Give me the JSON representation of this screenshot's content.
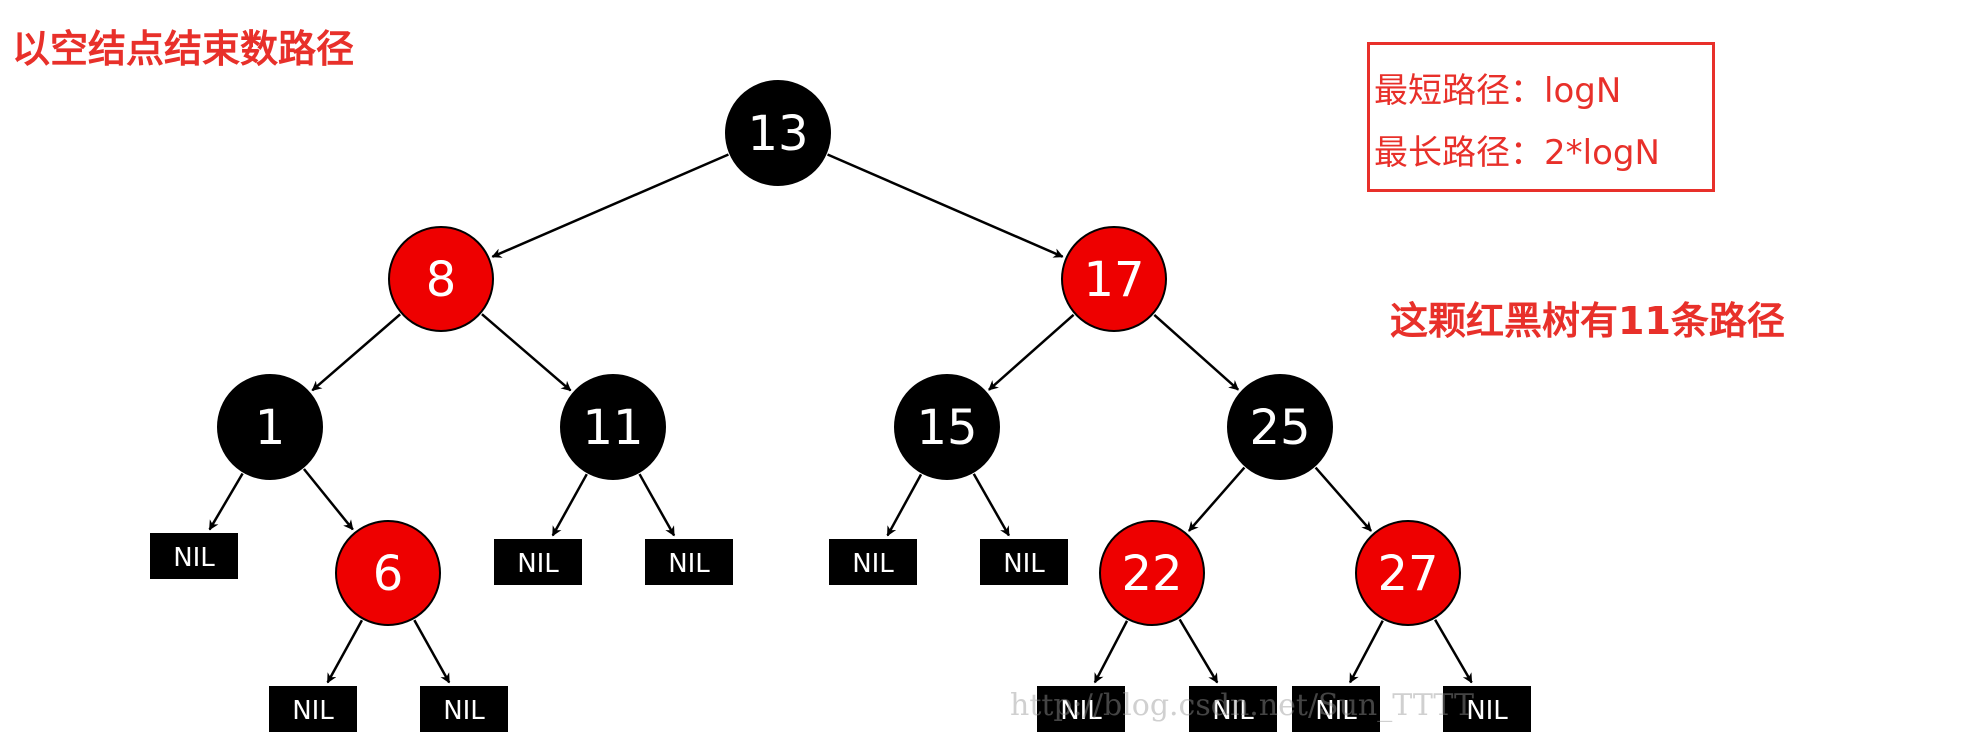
{
  "notes": {
    "title": "以空结点结束数路径",
    "paths": "这颗红黑树有11条路径"
  },
  "legend": {
    "shortest": "最短路径：logN",
    "longest": "最长路径：2*logN"
  },
  "watermark": "http://blog.csdn.net/Sun_TTTT",
  "colors": {
    "red_node": "#ee0000",
    "black_node": "#000000",
    "annotation": "#e8302a"
  },
  "tree": {
    "nodes": [
      {
        "id": "n13",
        "label": "13",
        "color": "black"
      },
      {
        "id": "n8",
        "label": "8",
        "color": "red"
      },
      {
        "id": "n17",
        "label": "17",
        "color": "red"
      },
      {
        "id": "n1",
        "label": "1",
        "color": "black"
      },
      {
        "id": "n11",
        "label": "11",
        "color": "black"
      },
      {
        "id": "n15",
        "label": "15",
        "color": "black"
      },
      {
        "id": "n25",
        "label": "25",
        "color": "black"
      },
      {
        "id": "n6",
        "label": "6",
        "color": "red"
      },
      {
        "id": "n22",
        "label": "22",
        "color": "red"
      },
      {
        "id": "n27",
        "label": "27",
        "color": "red"
      }
    ],
    "leaves": [
      {
        "id": "nil1L",
        "label": "NIL"
      },
      {
        "id": "nil6L",
        "label": "NIL"
      },
      {
        "id": "nil6R",
        "label": "NIL"
      },
      {
        "id": "nil11L",
        "label": "NIL"
      },
      {
        "id": "nil11R",
        "label": "NIL"
      },
      {
        "id": "nil15L",
        "label": "NIL"
      },
      {
        "id": "nil15R",
        "label": "NIL"
      },
      {
        "id": "nil22L",
        "label": "NIL"
      },
      {
        "id": "nil22R",
        "label": "NIL"
      },
      {
        "id": "nil27L",
        "label": "NIL"
      },
      {
        "id": "nil27R",
        "label": "NIL"
      }
    ],
    "edges": [
      [
        "n13",
        "n8"
      ],
      [
        "n13",
        "n17"
      ],
      [
        "n8",
        "n1"
      ],
      [
        "n8",
        "n11"
      ],
      [
        "n17",
        "n15"
      ],
      [
        "n17",
        "n25"
      ],
      [
        "n1",
        "nil1L"
      ],
      [
        "n1",
        "n6"
      ],
      [
        "n6",
        "nil6L"
      ],
      [
        "n6",
        "nil6R"
      ],
      [
        "n11",
        "nil11L"
      ],
      [
        "n11",
        "nil11R"
      ],
      [
        "n15",
        "nil15L"
      ],
      [
        "n15",
        "nil15R"
      ],
      [
        "n25",
        "n22"
      ],
      [
        "n25",
        "n27"
      ],
      [
        "n22",
        "nil22L"
      ],
      [
        "n22",
        "nil22R"
      ],
      [
        "n27",
        "nil27L"
      ],
      [
        "n27",
        "nil27R"
      ]
    ]
  }
}
